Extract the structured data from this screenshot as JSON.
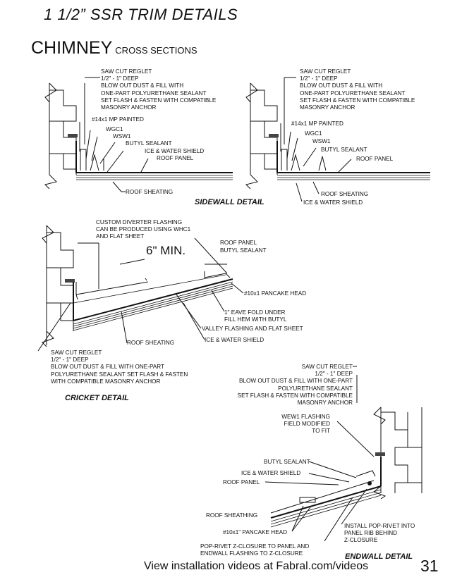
{
  "header": {
    "title": "1 1/2” SSR TRIM DETAILS",
    "section": "CHIMNEY",
    "section_sub": "CROSS SECTIONS"
  },
  "sidewall": {
    "title": "SIDEWALL DETAIL",
    "left": {
      "regletA": "SAW CUT REGLET",
      "regletB": "1/2\" - 1\" DEEP",
      "regletC": "BLOW OUT DUST & FILL WITH",
      "regletD": "ONE-PART POLYURETHANE SEALANT",
      "regletE": "SET FLASH & FASTEN WITH COMPATIBLE",
      "regletF": "MASONRY ANCHOR",
      "screw": "#14x1 MP PAINTED",
      "wgc1": "WGC1",
      "wsw1": "WSW1",
      "butyl": "BUTYL SEALANT",
      "ice": "ICE & WATER SHIELD",
      "panel": "ROOF PANEL",
      "sheathing": "ROOF SHEATING"
    },
    "right": {
      "regletA": "SAW CUT REGLET",
      "regletB": "1/2\" - 1\" DEEP",
      "regletC": "BLOW OUT DUST & FILL WITH",
      "regletD": "ONE-PART POLYURETHANE SEALANT",
      "regletE": "SET FLASH & FASTEN WITH COMPATIBLE",
      "regletF": "MASONRY ANCHOR",
      "screw": "#14x1 MP PAINTED",
      "wgc1": "WGC1",
      "wsw1": "WSW1",
      "butyl": "BUTYL SEALANT",
      "panel": "ROOF PANEL",
      "sheathing": "ROOF SHEATING",
      "ice": "ICE & WATER SHIELD"
    }
  },
  "cricket": {
    "title": "CRICKET DETAIL",
    "diverterA": "CUSTOM DIVERTER FLASHING",
    "diverterB": "CAN BE PRODUCED USING WHC1",
    "diverterC": "AND FLAT SHEET",
    "min": "6\" MIN.",
    "panel": "ROOF PANEL",
    "butyl": "BUTYL SEALANT",
    "pancake": "#10x1 PANCAKE HEAD",
    "eaveA": "1\" EAVE FOLD UNDER",
    "eaveB": "FILL HEM WITH BUTYL",
    "valley": "VALLEY FLASHING AND FLAT SHEET",
    "sheathing": "ROOF SHEATING",
    "ice": "ICE & WATER SHIELD",
    "regletA": "SAW CUT REGLET",
    "regletB": "1/2\" - 1\" DEEP",
    "regletC": "BLOW OUT DUST & FILL WITH ONE-PART",
    "regletD": "POLYURETHANE SEALANT SET FLASH & FASTEN",
    "regletE": "WITH COMPATIBLE MASONRY ANCHOR"
  },
  "endwall": {
    "title": "ENDWALL DETAIL",
    "regletA": "SAW CUT REGLET",
    "regletB": "1/2\" - 1\" DEEP",
    "regletC": "BLOW OUT DUST & FILL WITH ONE-PART",
    "regletD": "POLYURETHANE SEALANT",
    "regletE": "SET FLASH & FASTEN WITH COMPATIBLE",
    "regletF": "MASONRY ANCHOR",
    "wewA": "WEW1 FLASHING",
    "wewB": "FIELD MODIFIED",
    "wewC": "TO FIT",
    "butyl": "BUTYL SEALANT",
    "ice": "ICE & WATER SHIELD",
    "panel": "ROOF PANEL",
    "sheathing": "ROOF SHEATHING",
    "pancake": "#10x1\" PANCAKE HEAD",
    "rivetA": "INSTALL POP-RIVET INTO",
    "rivetB": "PANEL RIB BEHIND",
    "rivetC": "Z-CLOSURE",
    "zclosA": "POP-RIVET Z-CLOSURE TO PANEL AND",
    "zclosB": "ENDWALL FLASHING TO Z-CLOSURE"
  },
  "footer": {
    "text": "View installation videos at Fabral.com/videos",
    "page": "31"
  }
}
